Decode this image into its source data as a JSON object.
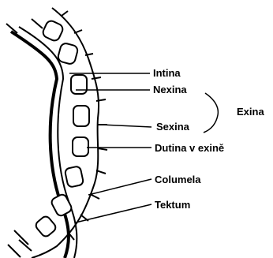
{
  "labels": {
    "intina": "Intina",
    "nexina": "Nexina",
    "sexina": "Sexina",
    "dutina": "Dutina v exině",
    "columela": "Columela",
    "tektum": "Tektum",
    "exina": "Exina"
  }
}
